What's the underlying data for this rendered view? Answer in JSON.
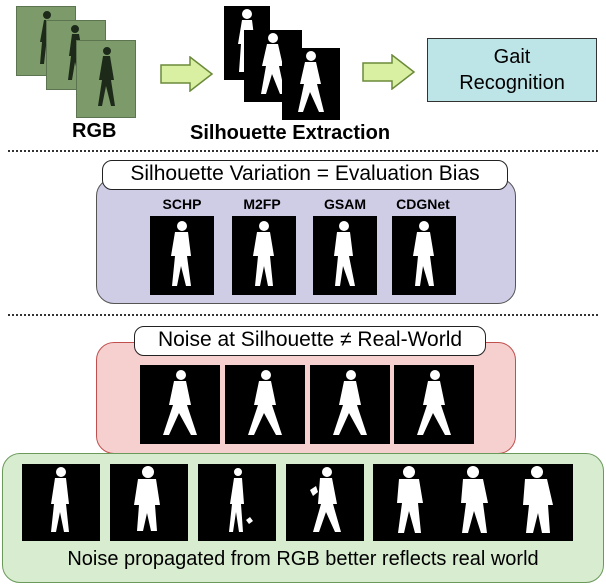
{
  "top": {
    "rgb_label": "RGB",
    "extraction_label": "Silhouette Extraction",
    "recognition_label": "Gait Recognition"
  },
  "panel_variation": {
    "title": "Silhouette Variation = Evaluation Bias",
    "methods": [
      "SCHP",
      "M2FP",
      "GSAM",
      "CDGNet"
    ]
  },
  "panel_noise": {
    "title": "Noise at Silhouette ≠ Real-World"
  },
  "panel_rgb_noise": {
    "caption": "Noise propagated from RGB better reflects real world"
  },
  "colors": {
    "arrow_fill": "#d9f0a3",
    "gait_box": "#bde5e8",
    "panel_purple": "#cfcde6",
    "panel_red": "#f6cfcf",
    "panel_green": "#d8ecd0"
  }
}
